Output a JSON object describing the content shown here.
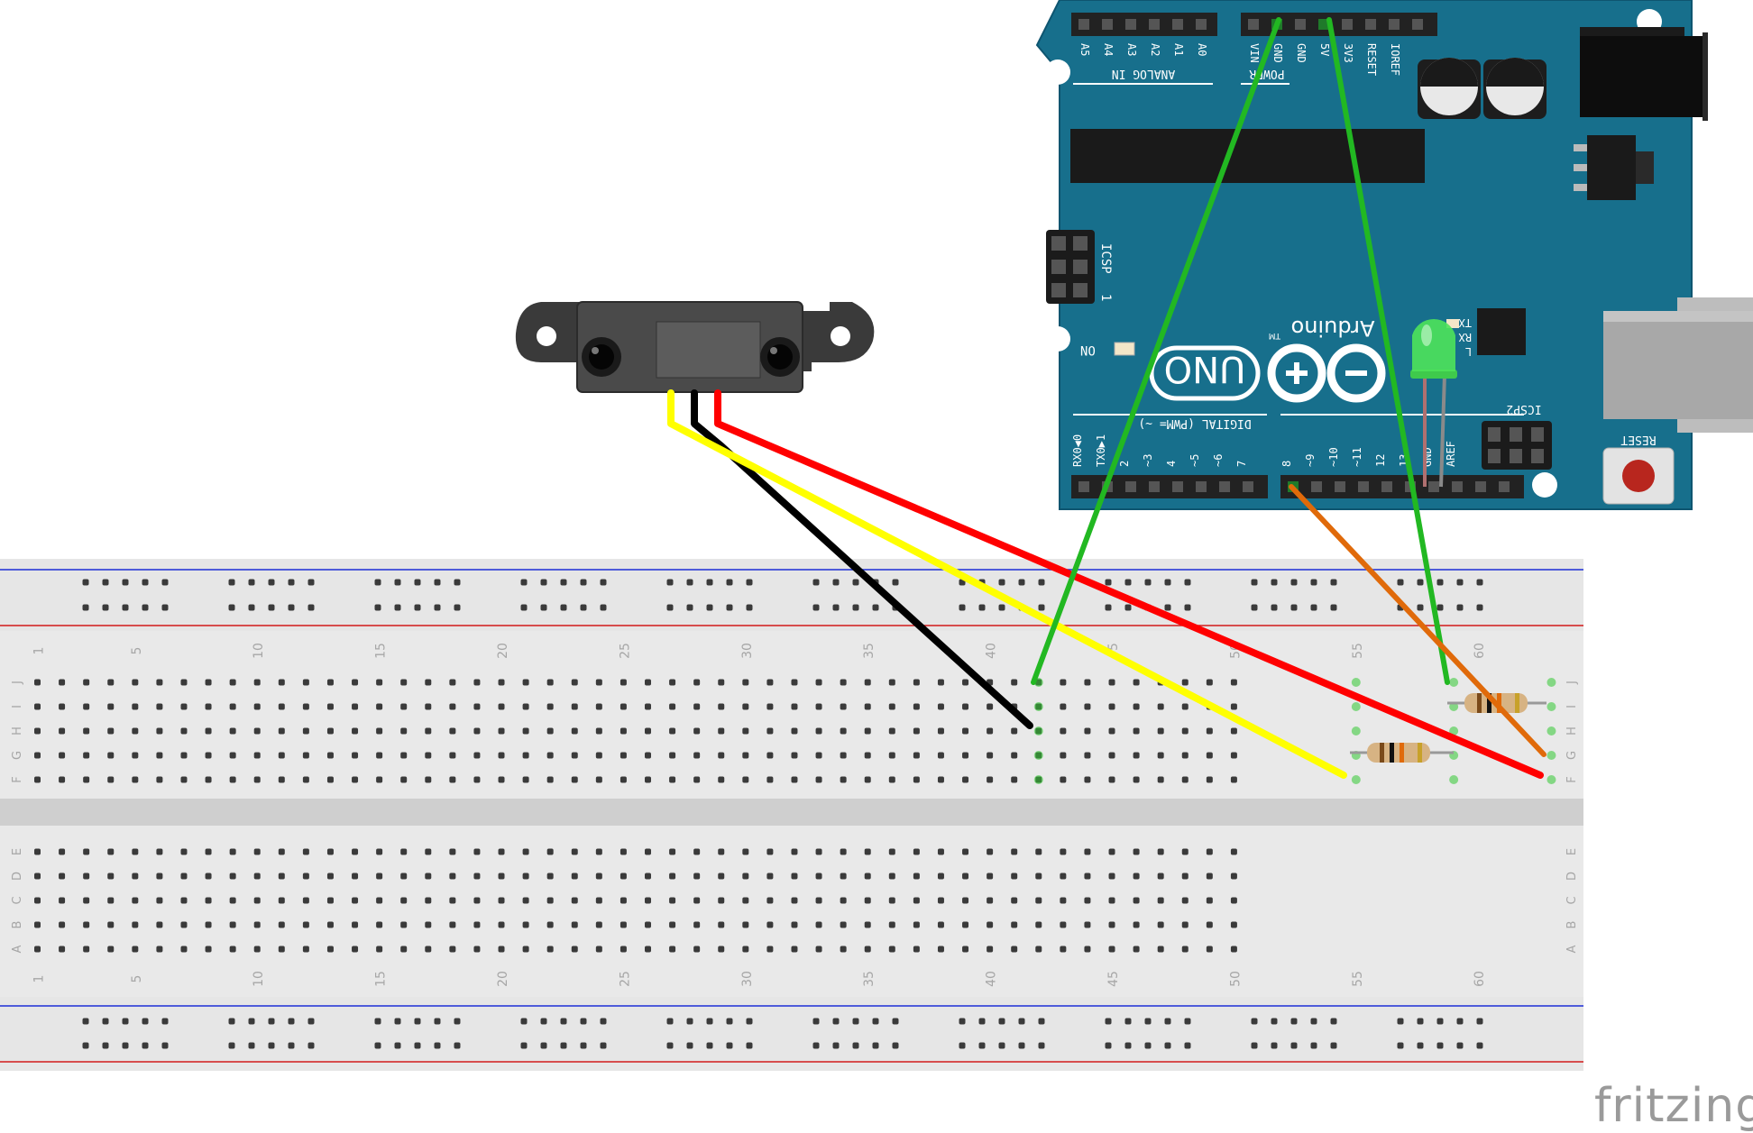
{
  "watermark": "fritzing",
  "arduino": {
    "board_name": "UNO",
    "brand": "Arduino",
    "trademark": "TM",
    "analog_header": [
      "A5",
      "A4",
      "A3",
      "A2",
      "A1",
      "A0"
    ],
    "analog_label": "ANALOG IN",
    "power_header": [
      "VIN",
      "GND",
      "GND",
      "5V",
      "3V3",
      "RESET",
      "IOREF"
    ],
    "power_label": "POWER",
    "icsp_label": "ICSP",
    "icsp_pin1": "1",
    "icsp2_label": "ICSP2",
    "on_label": "ON",
    "l_label": "L",
    "tx_label": "TX",
    "rx_label": "RX",
    "reset_label": "RESET",
    "digital_label": "DIGITAL (PWM= ~)",
    "digital_pins_low": [
      "RX0◀0",
      "TX0▶1",
      "2",
      "~3",
      "4",
      "~5",
      "~6",
      "7"
    ],
    "digital_pins_high": [
      "8",
      "~9",
      "~10",
      "~11",
      "12",
      "13",
      "GND",
      "AREF"
    ]
  },
  "breadboard": {
    "column_labels": [
      "1",
      "5",
      "10",
      "15",
      "20",
      "25",
      "30",
      "35",
      "40",
      "45",
      "50",
      "55",
      "60"
    ],
    "row_labels_top": [
      "J",
      "I",
      "H",
      "G",
      "F"
    ],
    "row_labels_bottom": [
      "E",
      "D",
      "C",
      "B",
      "A"
    ]
  },
  "wire_colors": {
    "sensor_signal": "#ffff00",
    "sensor_ground": "#000000",
    "sensor_power": "#ff0000",
    "arduino_gnd": "#22b822",
    "arduino_5v": "#22b822",
    "arduino_pin8": "#e06a0a"
  },
  "board_color": "#176f8c",
  "led_color": "#4ee35a"
}
